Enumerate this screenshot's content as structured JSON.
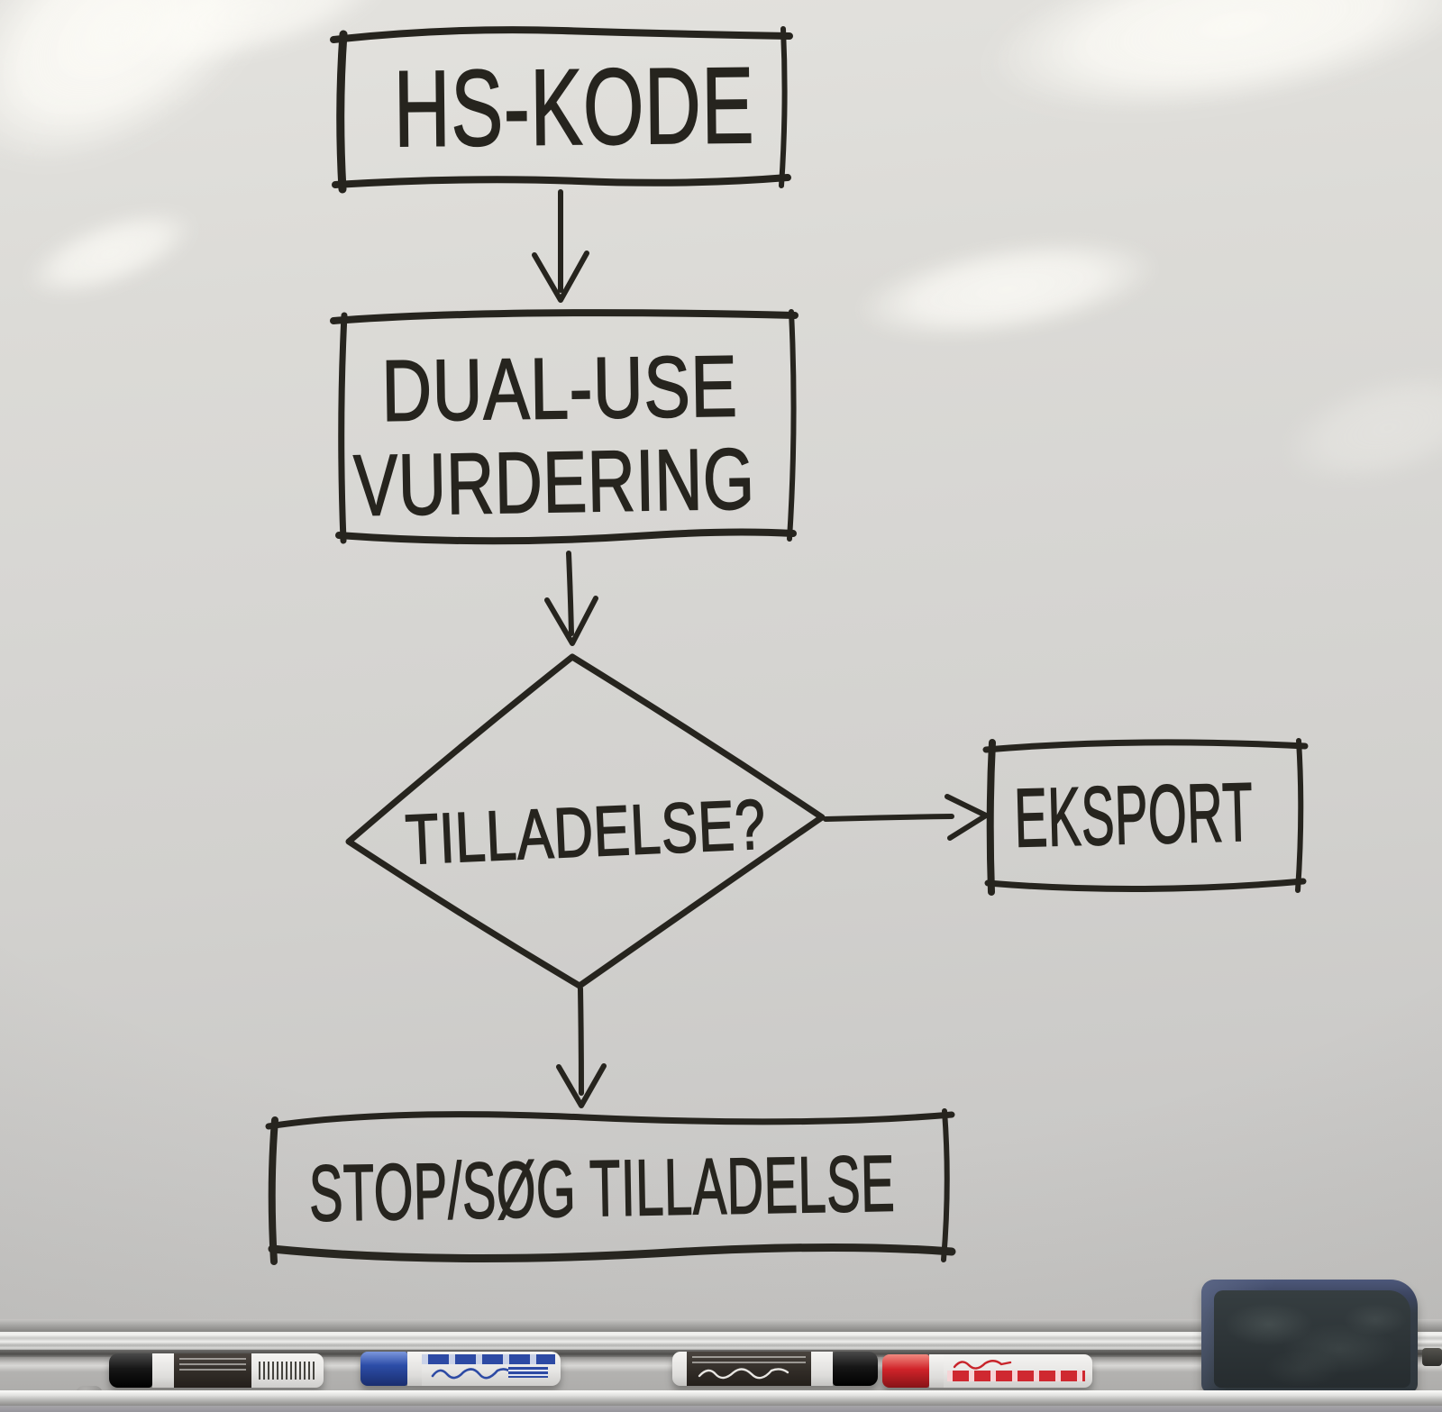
{
  "flowchart": {
    "ink_color": "#26241e",
    "nodes": [
      {
        "id": "hs-kode",
        "shape": "rectangle",
        "label": "HS-KODE"
      },
      {
        "id": "dual-use-vurdering",
        "shape": "rectangle",
        "label": "DUAL-USE VURDERING",
        "line1": "DUAL-USE",
        "line2": "VURDERING"
      },
      {
        "id": "tilladelse",
        "shape": "diamond",
        "label": "TILLADELSE?"
      },
      {
        "id": "eksport",
        "shape": "rectangle",
        "label": "EKSPORT"
      },
      {
        "id": "stop-soeg-tilladelse",
        "shape": "rectangle",
        "label": "STOP/SØG TILLADELSE"
      }
    ],
    "edges": [
      {
        "from": "hs-kode",
        "to": "dual-use-vurdering",
        "direction": "down"
      },
      {
        "from": "dual-use-vurdering",
        "to": "tilladelse",
        "direction": "down"
      },
      {
        "from": "tilladelse",
        "to": "eksport",
        "direction": "right"
      },
      {
        "from": "tilladelse",
        "to": "stop-soeg-tilladelse",
        "direction": "down"
      }
    ]
  },
  "tray": {
    "items": [
      {
        "type": "marker",
        "color_name": "black",
        "cap_hex": "#1a1a18"
      },
      {
        "type": "marker",
        "color_name": "blue",
        "cap_hex": "#2c4da8"
      },
      {
        "type": "marker",
        "color_name": "black",
        "cap_hex": "#1a1a18"
      },
      {
        "type": "marker",
        "color_name": "red",
        "cap_hex": "#d02329"
      },
      {
        "type": "eraser",
        "color_name": "dark-blue-gray",
        "body_hex": "#2f373c"
      }
    ]
  },
  "colors": {
    "board_light": "#e3e2de",
    "board_dark": "#c4c3c1",
    "tray_metal": "#c8c8c6"
  }
}
